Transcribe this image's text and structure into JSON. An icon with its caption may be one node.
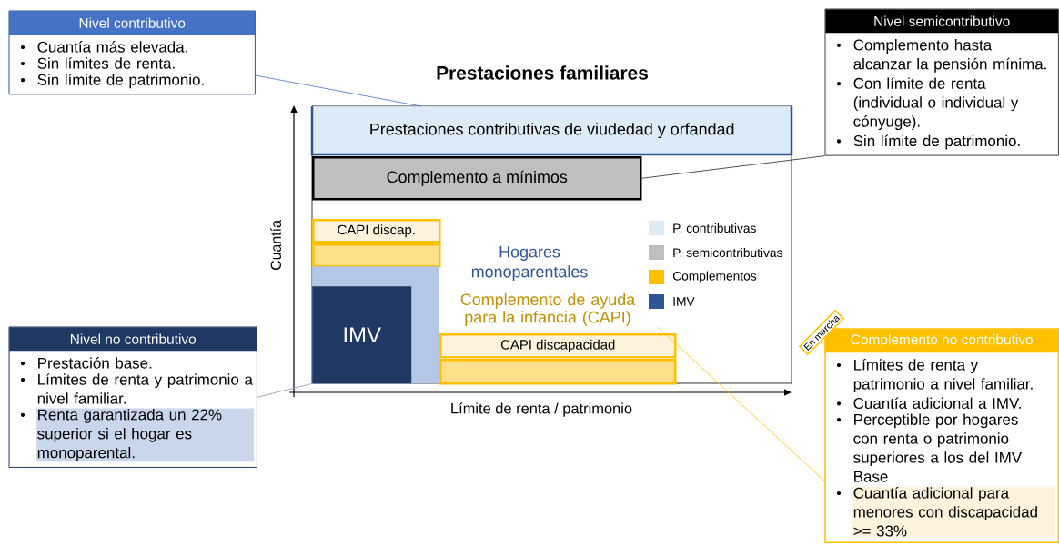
{
  "diagram": {
    "title": "Prestaciones familiares",
    "nodes": [
      {
        "text": [
          "Nivel contributivo",
          "Cuantía más elevada.",
          "Sin límites de renta.",
          "Sin límite de patrimonio."
        ]
      },
      {
        "text": [
          "Nivel semicontributivo",
          "Complemento hasta alcanzar la pensión mínima.",
          "Con límite de renta (individual o individual y cónyuge).",
          "Sin límite de patrimonio."
        ]
      },
      {
        "text": [
          "Prestaciones contributivas de viudedad y orfandad"
        ]
      },
      {
        "text": [
          "Complemento a mínimos"
        ]
      },
      {
        "text": [
          "CAPI discap."
        ]
      },
      {
        "text": [],
        "shape": "bar"
      },
      {
        "text": [],
        "shape": "bar"
      },
      {
        "text": [
          "IMV"
        ],
        "in": 6
      },
      {
        "text": [
          "Complemento de ayuda para la infancia (CAPI)"
        ]
      },
      {
        "text": [
          "CAPI discapacidad"
        ]
      },
      {
        "text": [],
        "shape": "bar"
      },
      {
        "text": [
          "Nivel no contributivo",
          "Prestación base.",
          "Límites de renta y patrimonio a nivel familiar.",
          "Renta garantizada un 22% superior si el hogar es monoparental."
        ]
      },
      {
        "text": [
          "Complemento no contributivo",
          "Límites de renta y patrimonio a nivel familiar.",
          "Cuantía adicional a IMV.",
          "Perceptible por hogares con renta o patrimonio superiores a los del IMV Base",
          "Cuantía adicional para menores con discapacidad >= 33%"
        ],
        "beside": [
          "En marcha"
        ]
      }
    ],
    "edges": [
      {
        "from": 0,
        "to": 2,
        "arrow": "none",
        "color": "#4472c4"
      },
      {
        "from": 1,
        "to": 3,
        "arrow": "none",
        "color": "#262626"
      },
      {
        "from": 11,
        "to": 7,
        "arrow": "none",
        "color": "#8497b0"
      },
      {
        "from": 12,
        "to": 8,
        "arrow": "none",
        "color": "#ffc000"
      }
    ],
    "labels": [
      "Cuantía",
      "Hogares monoparentales",
      "Límite de renta / patrimonio"
    ],
    "legend": [
      {
        "text": "P. contributivas",
        "color": "#ddebf7"
      },
      {
        "text": "P. semicontributivas",
        "color": "#bfbfbf"
      },
      {
        "text": "Complementos",
        "color": "#ffc000"
      },
      {
        "text": "IMV",
        "color": "#2f5597"
      }
    ]
  }
}
